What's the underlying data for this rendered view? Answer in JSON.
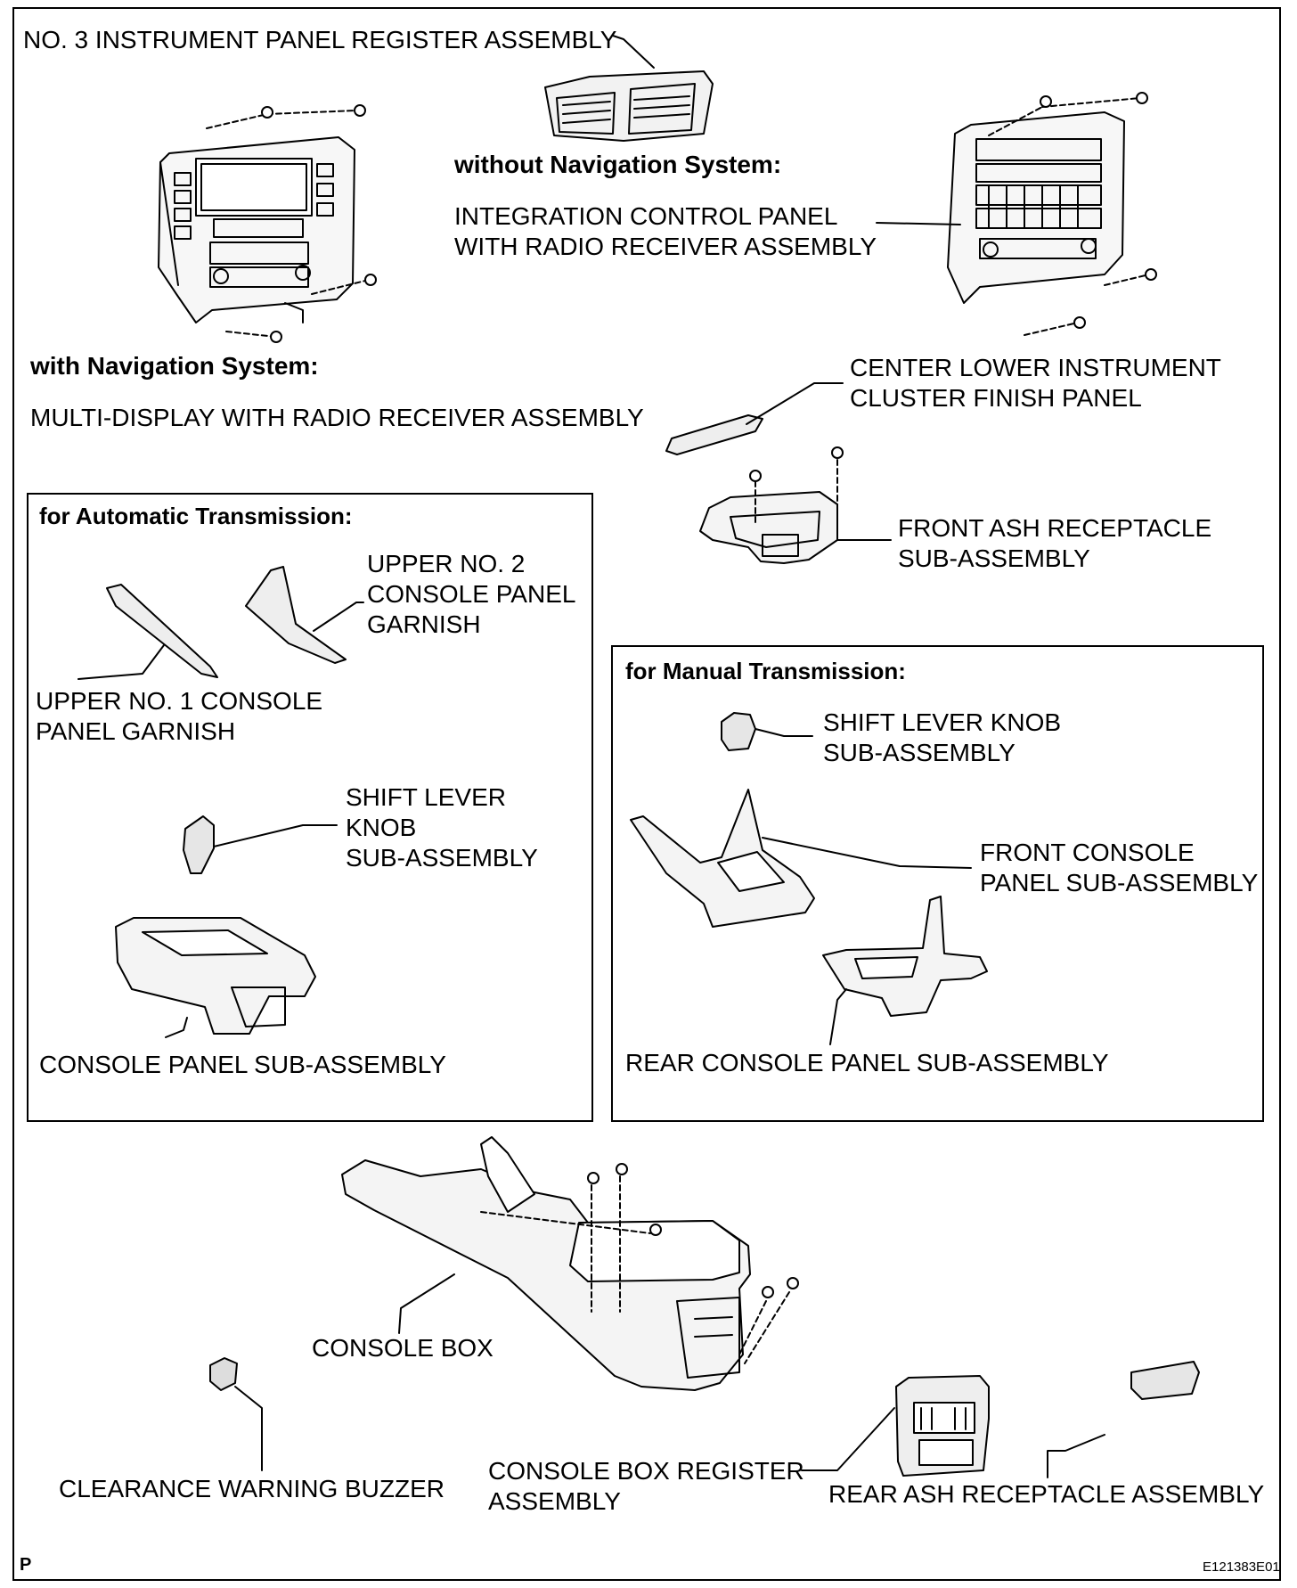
{
  "labels": {
    "register_no3": "NO. 3 INSTRUMENT PANEL REGISTER ASSEMBLY",
    "without_nav": "without Navigation System:",
    "integration_l1": "INTEGRATION CONTROL PANEL",
    "integration_l2": "WITH RADIO RECEIVER ASSEMBLY",
    "with_nav": "with Navigation System:",
    "multi_display": "MULTI-DISPLAY WITH RADIO RECEIVER ASSEMBLY",
    "center_lower_l1": "CENTER LOWER INSTRUMENT",
    "center_lower_l2": "CLUSTER FINISH PANEL",
    "front_ash_l1": "FRONT ASH RECEPTACLE",
    "front_ash_l2": "SUB-ASSEMBLY",
    "console_box": "CONSOLE BOX",
    "console_box_register_l1": "CONSOLE BOX REGISTER",
    "console_box_register_l2": "ASSEMBLY",
    "clearance_buzzer": "CLEARANCE WARNING BUZZER",
    "rear_ash": "REAR ASH RECEPTACLE ASSEMBLY",
    "page_letter": "P",
    "figure_id": "E121383E01"
  },
  "automatic_box": {
    "title": "for Automatic Transmission:",
    "upper_no2_l1": "UPPER NO. 2",
    "upper_no2_l2": "CONSOLE PANEL",
    "upper_no2_l3": "GARNISH",
    "upper_no1_l1": "UPPER NO. 1 CONSOLE",
    "upper_no1_l2": "PANEL GARNISH",
    "shift_knob_l1": "SHIFT LEVER",
    "shift_knob_l2": "KNOB",
    "shift_knob_l3": "SUB-ASSEMBLY",
    "console_panel": "CONSOLE PANEL SUB-ASSEMBLY"
  },
  "manual_box": {
    "title": "for Manual Transmission:",
    "shift_knob_l1": "SHIFT LEVER KNOB",
    "shift_knob_l2": "SUB-ASSEMBLY",
    "front_console_l1": "FRONT CONSOLE",
    "front_console_l2": "PANEL SUB-ASSEMBLY",
    "rear_console": "REAR CONSOLE PANEL SUB-ASSEMBLY"
  },
  "colors": {
    "ink": "#000000",
    "paper": "#ffffff",
    "shade": "#d9d9d9"
  }
}
